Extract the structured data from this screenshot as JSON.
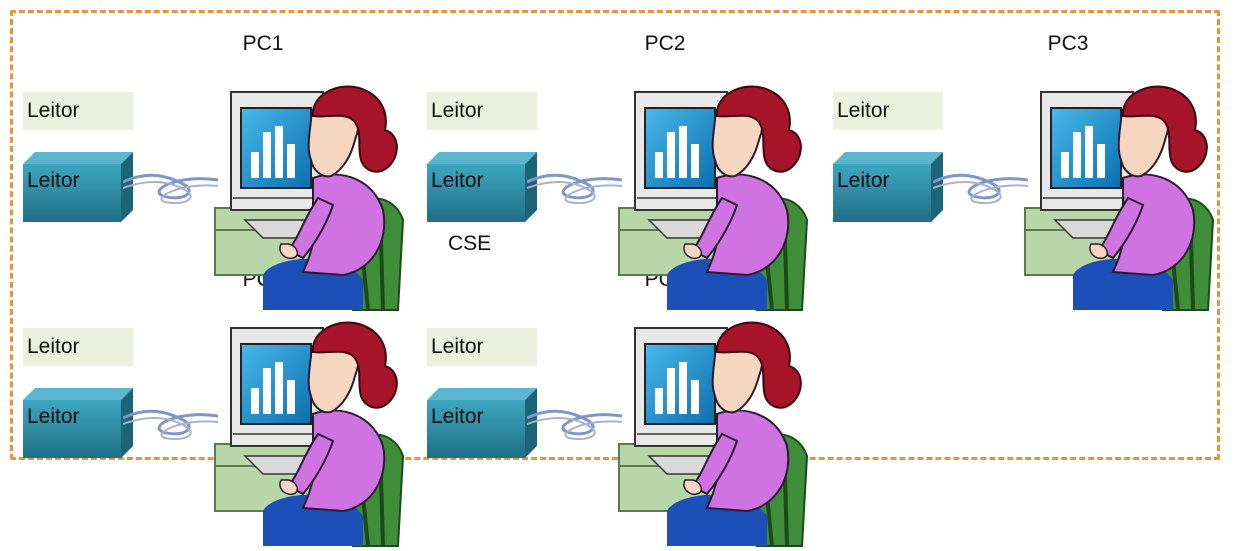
{
  "diagram": {
    "stations": [
      {
        "title": "PC1",
        "reader_label": "Leitor",
        "reader_device_label": "Leitor"
      },
      {
        "title": "PC2",
        "reader_label": "Leitor",
        "reader_device_label": "Leitor"
      },
      {
        "title": "PC3",
        "reader_label": "Leitor",
        "reader_device_label": "Leitor"
      },
      {
        "title": "PC4",
        "reader_label": "Leitor",
        "reader_device_label": "Leitor"
      },
      {
        "title": "PC5",
        "reader_label": "Leitor",
        "reader_device_label": "Leitor"
      }
    ],
    "center_label": "CSE",
    "colors": {
      "frame_border": "#e9913d",
      "reader_label_bg": "#ebf1de",
      "reader_device": "#2b8aa3",
      "monitor_screen": "#1e9ad6",
      "shirt": "#cf73e3",
      "hair": "#a8142a",
      "chair": "#3f8f3a",
      "desk": "#b7d7a8"
    }
  }
}
